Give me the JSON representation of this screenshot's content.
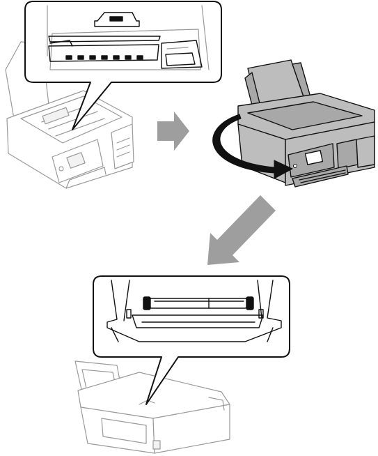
{
  "diagram": {
    "steps": [
      {
        "id": "step-1",
        "description_visible": ""
      },
      {
        "id": "step-2",
        "description_visible": ""
      },
      {
        "id": "step-3",
        "description_visible": ""
      }
    ],
    "colors": {
      "outline_light": "#9a9a9a",
      "outline_dark": "#111111",
      "flow_arrow": "#9e9e9e",
      "rotation_arrow": "#111111",
      "printer_body": "#bdbdbd"
    }
  }
}
